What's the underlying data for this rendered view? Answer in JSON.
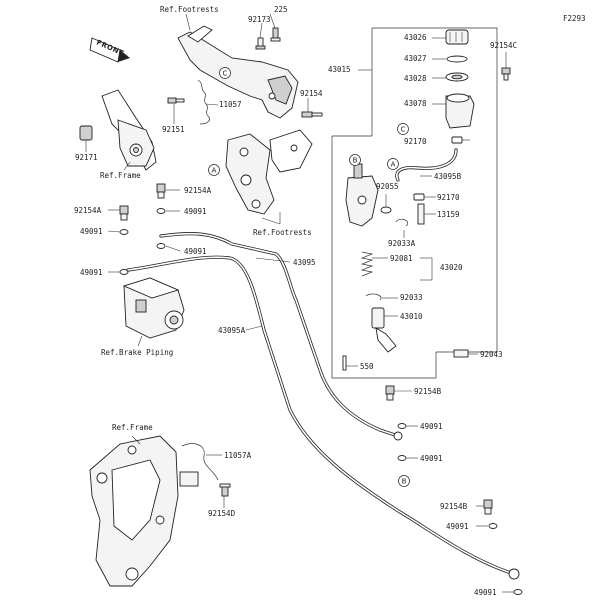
{
  "diagram_code": "F2293",
  "front_label": "FRONT",
  "refs": {
    "footrests_top": "Ref.Footrests",
    "footrests_mid": "Ref.Footrests",
    "frame_top": "Ref.Frame",
    "frame_bottom": "Ref.Frame",
    "brake_piping": "Ref.Brake Piping"
  },
  "parts": {
    "p225": "225",
    "p92173": "92173",
    "p11057": "11057",
    "p92151": "92151",
    "p92154": "92154",
    "p92171": "92171",
    "p92154A": "92154A",
    "p92154A_2": "92154A",
    "p49091_a": "49091",
    "p49091_b": "49091",
    "p49091_c": "49091",
    "p49091_d": "49091",
    "p49091_e": "49091",
    "p49091_f": "49091",
    "p49091_g": "49091",
    "p49091_h": "49091",
    "p43095": "43095",
    "p43095A": "43095A",
    "p43015": "43015",
    "p43026": "43026",
    "p43027": "43027",
    "p43028": "43028",
    "p43078": "43078",
    "p92154C": "92154C",
    "p92170_a": "92170",
    "p92170_b": "92170",
    "p43095B": "43095B",
    "p92055": "92055",
    "p13159": "13159",
    "p92033A": "92033A",
    "p92081": "92081",
    "p43020": "43020",
    "p92033": "92033",
    "p43010": "43010",
    "p550": "550",
    "p92043": "92043",
    "p92154B": "92154B",
    "p92154B_2": "92154B",
    "p11057A": "11057A",
    "p92154D": "92154D"
  },
  "callouts": {
    "a1": "A",
    "a2": "A",
    "b1": "B",
    "b2": "B",
    "c1": "C",
    "c2": "C"
  }
}
